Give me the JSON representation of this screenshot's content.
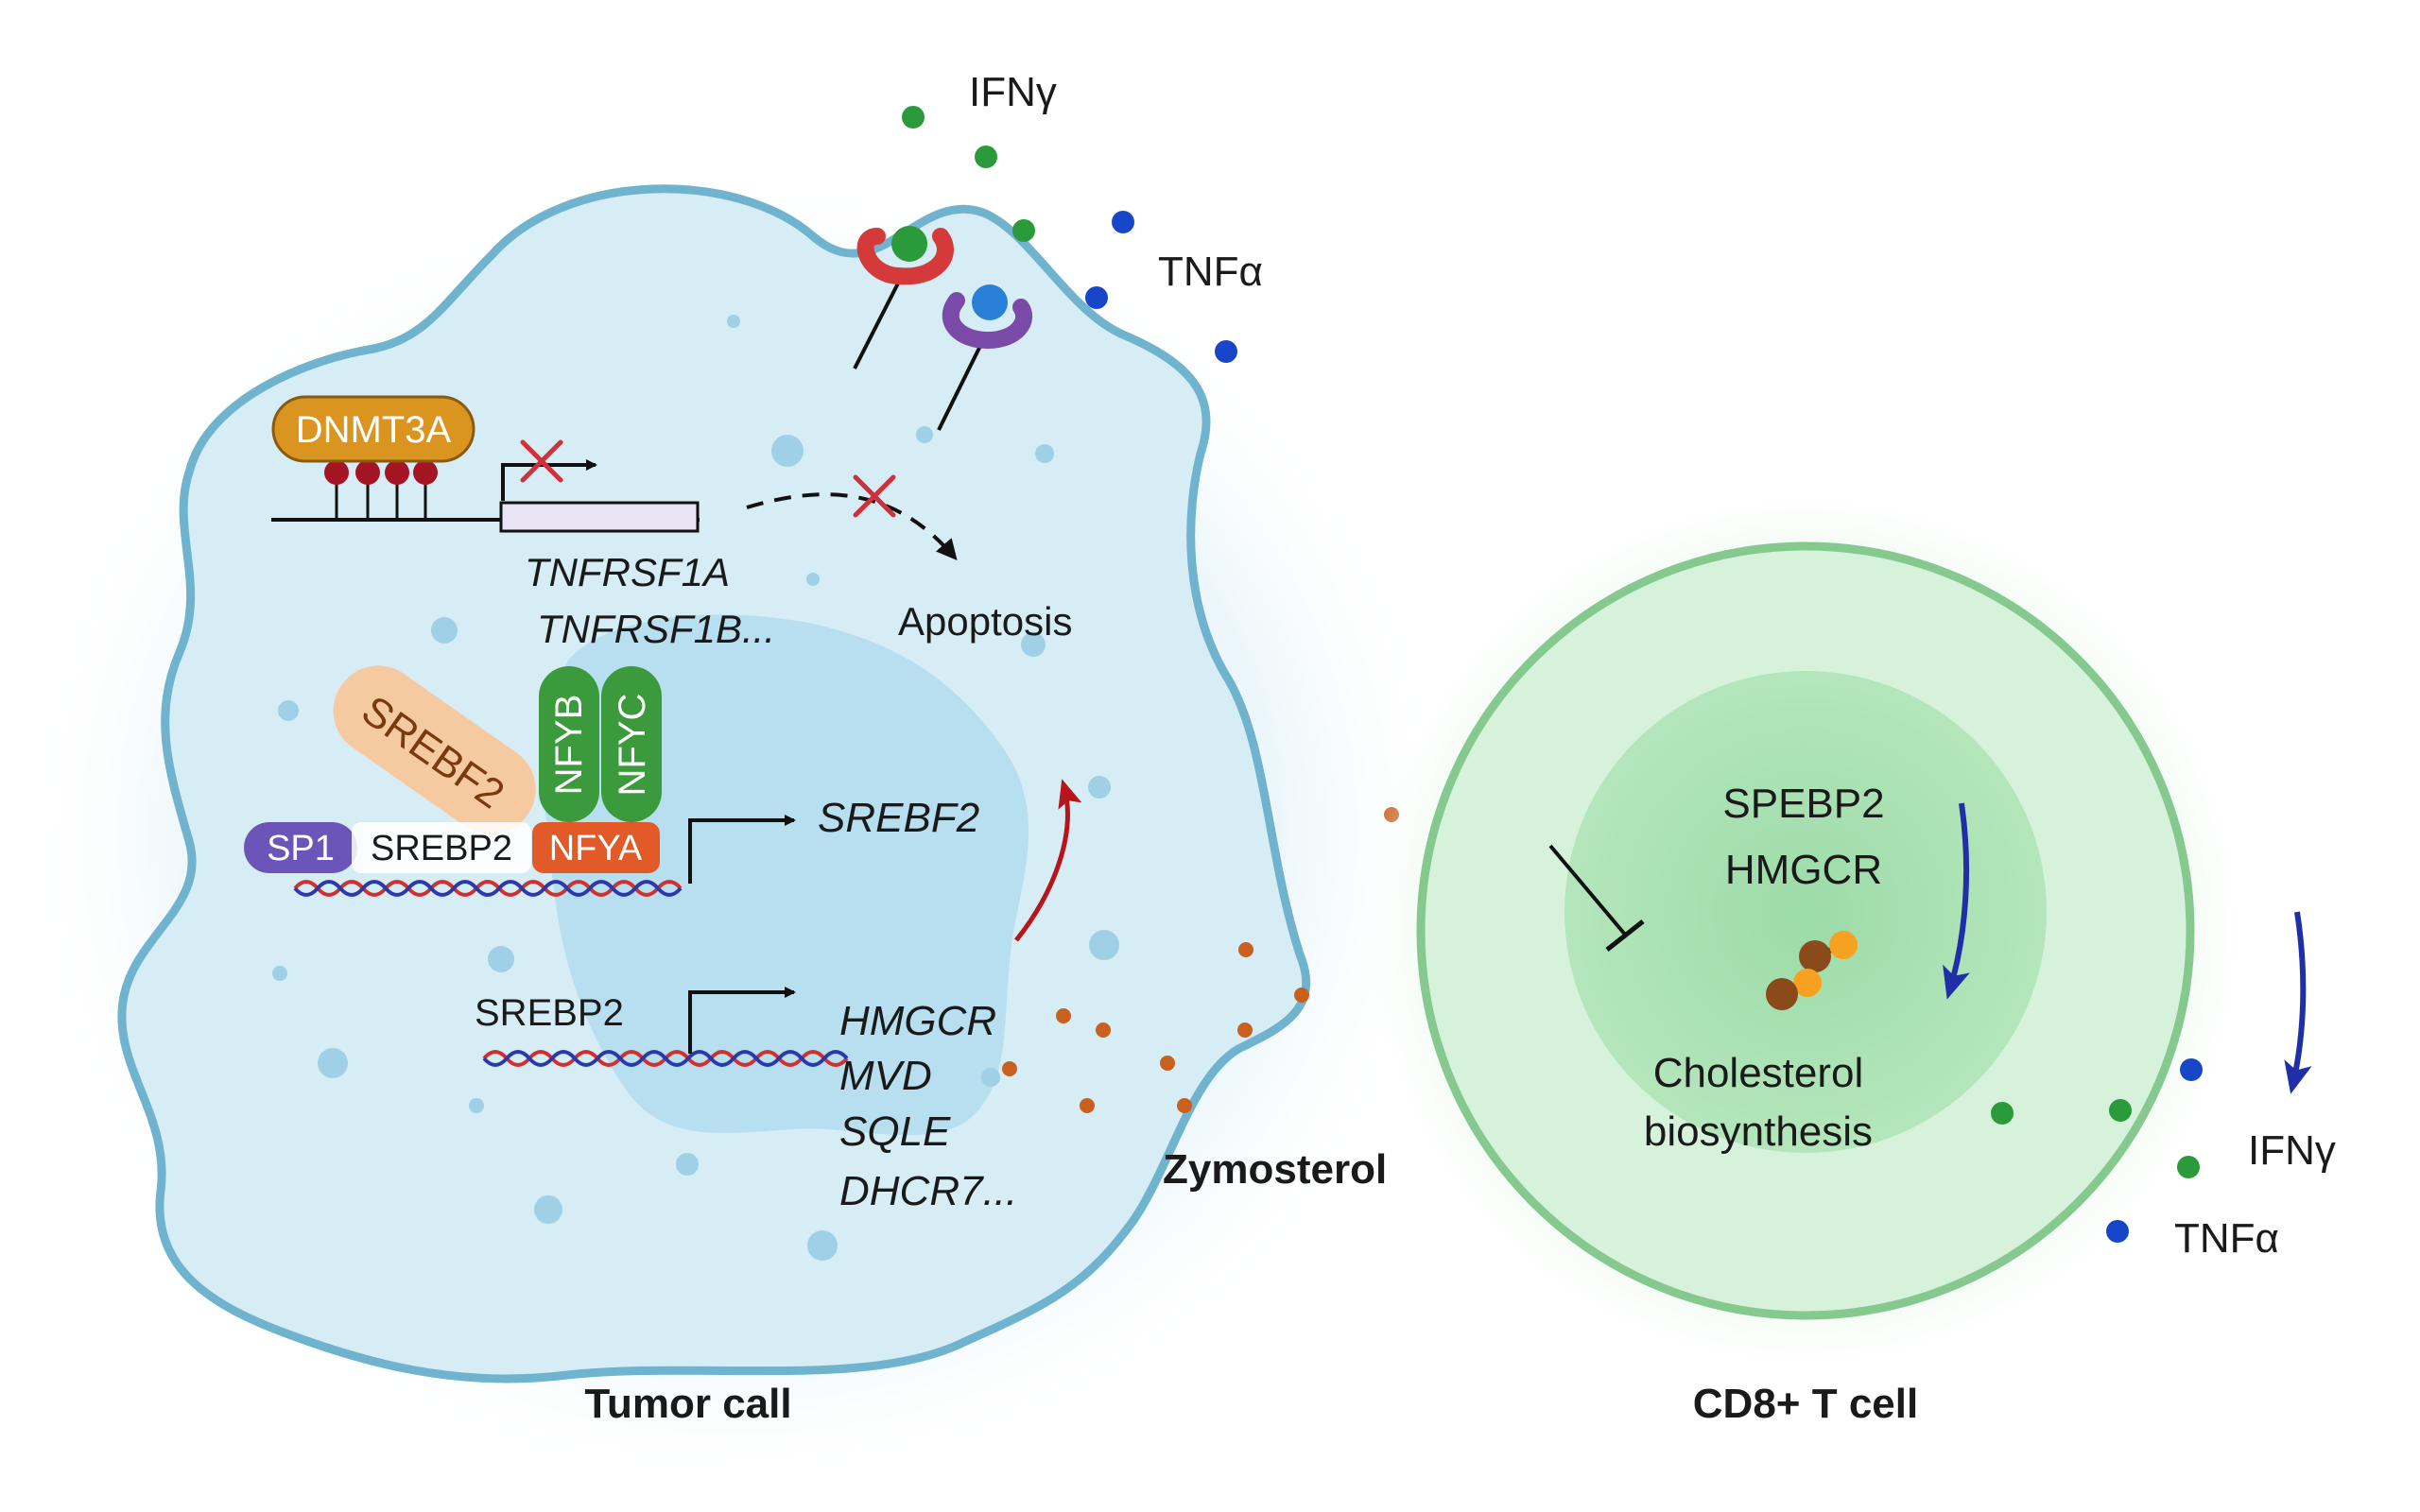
{
  "labels": {
    "ifng_top": "IFNγ",
    "tnfa_top": "TNFα",
    "dnmt3a": "DNMT3A",
    "tnfrsf1a": "TNFRSF1A",
    "tnfrsf1b": "TNFRSF1B...",
    "apoptosis": "Apoptosis",
    "srebf2_factor": "SREBF2",
    "nfyb": "NFYB",
    "nfyc": "NFYC",
    "sp1": "SP1",
    "srebp2_complex": "SREBP2",
    "nfya": "NFYA",
    "srebf2_gene": "SREBF2",
    "srebp2_lower": "SREBP2",
    "gene_hmgcr": "HMGCR",
    "gene_mvd": "MVD",
    "gene_sqle": "SQLE",
    "gene_dhcr7": "DHCR7...",
    "zymosterol": "Zymosterol",
    "tumor_cell": "Tumor call",
    "tcell_speb": "SPEBP2",
    "tcell_hmgcr": "HMGCR",
    "cholesterol_l1": "Cholesterol",
    "cholesterol_l2": "biosynthesis",
    "ifng_right": "IFNγ",
    "tnfa_right": "TNFα",
    "tcell_name": "CD8+ T cell"
  },
  "colors": {
    "membrane": "#6fb3cf",
    "cytoplasm": "#d6edf6",
    "nucleus": "#b3dced",
    "ifng_dot": "#2a9a3a",
    "tnfa_dot": "#1846c8",
    "zymosterol_dot": "#c9601e",
    "dnmt3a": "#d9951f",
    "methyl": "#a31525",
    "nfy_green": "#3a9a3c",
    "nfya": "#e25a28",
    "sp1": "#6b55b8",
    "srebf2_pill": "#f6caa0",
    "inhibit_x": "#d0303a",
    "tcell_outer": "#d9f3dc",
    "tcell_ring": "#86c98f",
    "tcell_inner": "#a5dfaf",
    "blue_arrow": "#1f2fa8",
    "red_arrow": "#b8141c"
  }
}
